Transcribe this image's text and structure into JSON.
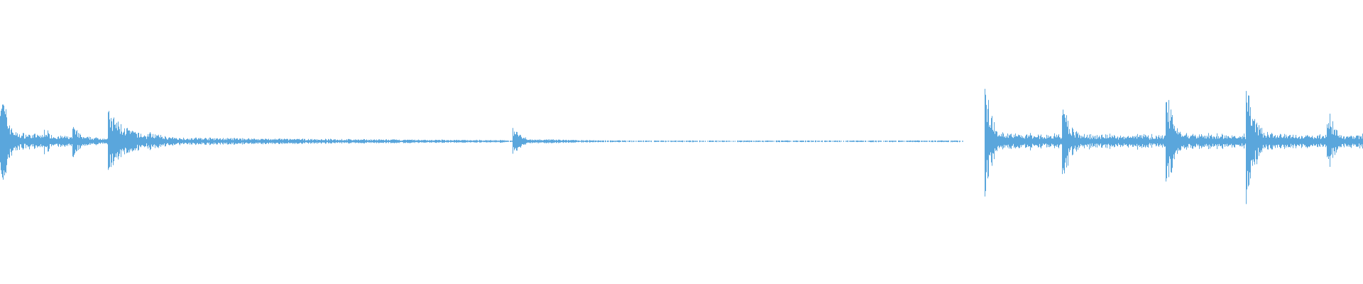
{
  "waveform": {
    "color": "#5aa6dc",
    "background": "#ffffff",
    "segments": [
      {
        "kind": "decaying-burst",
        "start": 0.0,
        "end": 0.37,
        "peak_amplitude": 0.95,
        "sub_bursts": [
          {
            "at": 0.0,
            "amplitude": 0.95,
            "decay": 0.006
          },
          {
            "at": 0.032,
            "amplitude": 0.22,
            "decay": 0.008
          },
          {
            "at": 0.053,
            "amplitude": 0.28,
            "decay": 0.006
          },
          {
            "at": 0.079,
            "amplitude": 0.45,
            "decay": 0.018
          },
          {
            "at": 0.108,
            "amplitude": 0.15,
            "decay": 0.02
          }
        ],
        "tail_until": 0.37
      },
      {
        "kind": "single-hit",
        "start": 0.373,
        "end": 0.705,
        "sub_bursts": [
          {
            "at": 0.376,
            "amplitude": 0.25,
            "decay": 0.006
          }
        ],
        "tail_until": 0.705
      },
      {
        "kind": "rhythmic-hits",
        "start": 0.719,
        "end": 1.0,
        "sub_bursts": [
          {
            "at": 0.722,
            "amplitude": 0.96,
            "decay": 0.006
          },
          {
            "at": 0.779,
            "amplitude": 0.62,
            "decay": 0.007
          },
          {
            "at": 0.855,
            "amplitude": 0.8,
            "decay": 0.007
          },
          {
            "at": 0.914,
            "amplitude": 1.0,
            "decay": 0.007
          },
          {
            "at": 0.973,
            "amplitude": 0.6,
            "decay": 0.006
          }
        ],
        "floor": 0.12
      }
    ]
  }
}
